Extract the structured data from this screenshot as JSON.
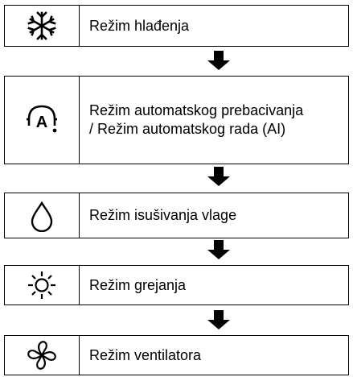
{
  "modes": [
    {
      "icon": "snowflake-icon",
      "label": "Režim hlađenja"
    },
    {
      "icon": "auto-mode-icon",
      "icon_text": "A",
      "label_lines": [
        "Režim automatskog prebacivanja",
        "/ Režim automatskog rada (AI)"
      ]
    },
    {
      "icon": "water-drop-icon",
      "label": "Režim isušivanja vlage"
    },
    {
      "icon": "sun-icon",
      "label": "Režim grejanja"
    },
    {
      "icon": "fan-icon",
      "label": "Režim ventilatora"
    }
  ],
  "arrow_icon": "down-arrow-icon",
  "colors": {
    "line": "#000000",
    "background": "#ffffff"
  }
}
